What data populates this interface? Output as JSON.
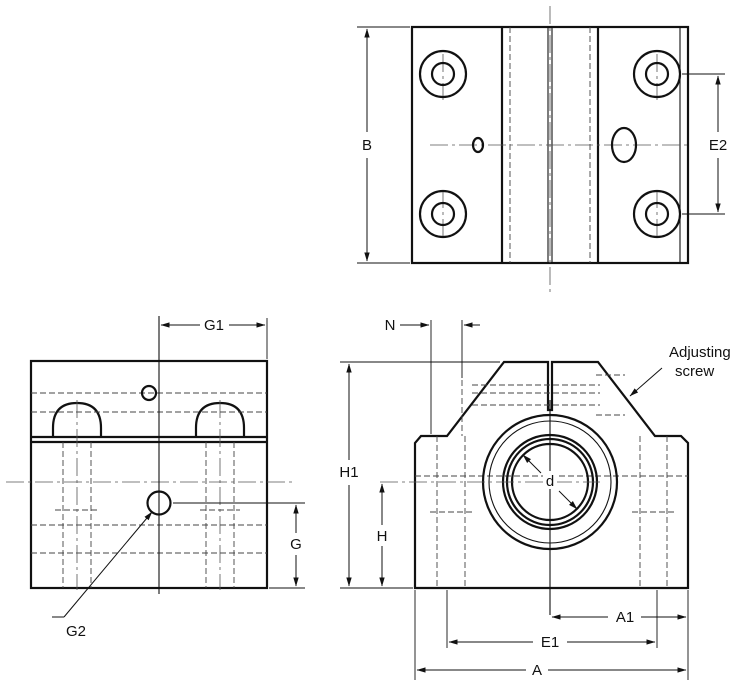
{
  "labels": {
    "B": "B",
    "E2": "E2",
    "G1": "G1",
    "G": "G",
    "G2": "G2",
    "N": "N",
    "H1": "H1",
    "H": "H",
    "d": "d",
    "A1": "A1",
    "E1": "E1",
    "A": "A",
    "adjusting_line1": "Adjusting",
    "adjusting_line2": "screw"
  }
}
